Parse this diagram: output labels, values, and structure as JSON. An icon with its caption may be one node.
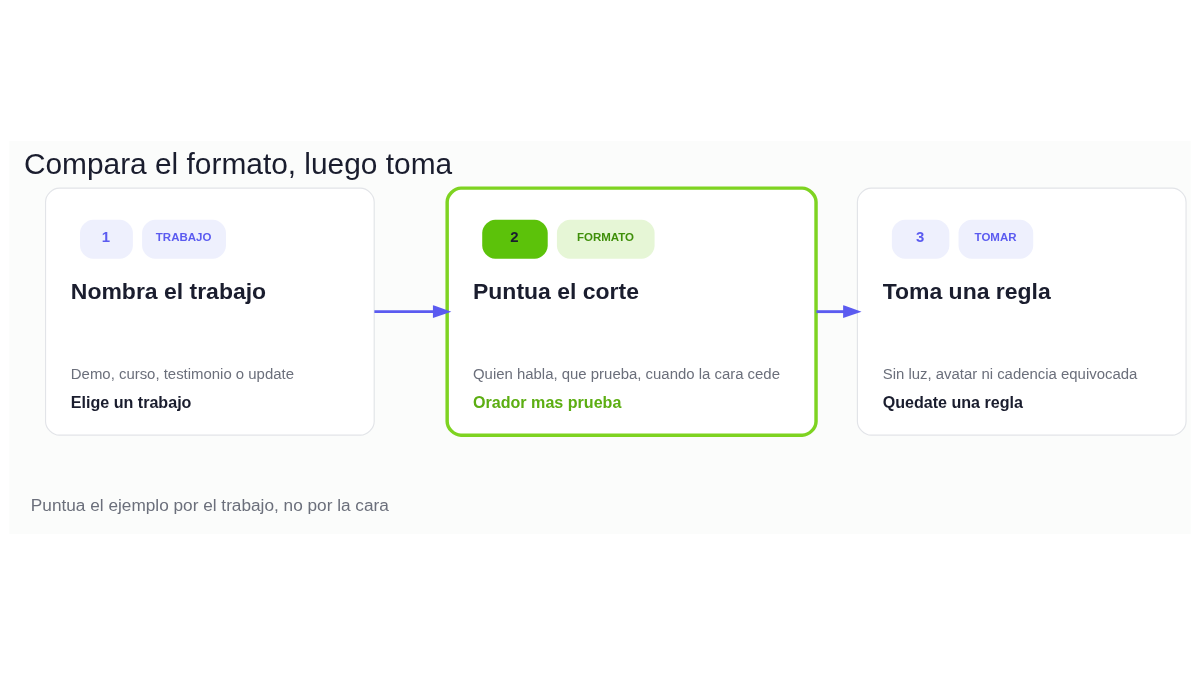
{
  "diagram": {
    "title": "Compara el formato, luego toma",
    "nodes": [
      {
        "text": [
          "1",
          "TRABAJO",
          "Nombra el trabajo",
          "Demo, curso, testimonio o update",
          "Elige un trabajo"
        ]
      },
      {
        "text": [
          "2",
          "FORMATO",
          "Puntua el corte",
          "Quien habla, que prueba, cuando la cara cede",
          "Orador mas prueba"
        ]
      },
      {
        "text": [
          "3",
          "TOMAR",
          "Toma una regla",
          "Sin luz, avatar ni cadencia equivocada",
          "Quedate una regla"
        ]
      }
    ],
    "edges": [
      {
        "from": 0,
        "to": 1,
        "arrow": "to"
      },
      {
        "from": 1,
        "to": 2,
        "arrow": "to"
      }
    ],
    "labels": [
      "Puntua el ejemplo por el trabajo, no por la cara"
    ]
  }
}
